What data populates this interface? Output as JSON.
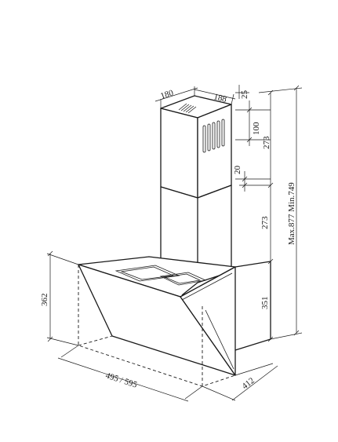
{
  "dimensions": {
    "chimney_width": "180",
    "chimney_depth": "188",
    "top_offset": "25",
    "vent_height": "100",
    "upper_chimney_height": "273",
    "overlap": "20",
    "lower_chimney_height": "273",
    "total_height": "Max.877 Min.749",
    "hood_height_right": "351",
    "hood_height_left": "362",
    "hood_width": "495 / 595",
    "hood_depth": "412"
  },
  "colors": {
    "line": "#1a1a1a",
    "background": "#ffffff"
  }
}
